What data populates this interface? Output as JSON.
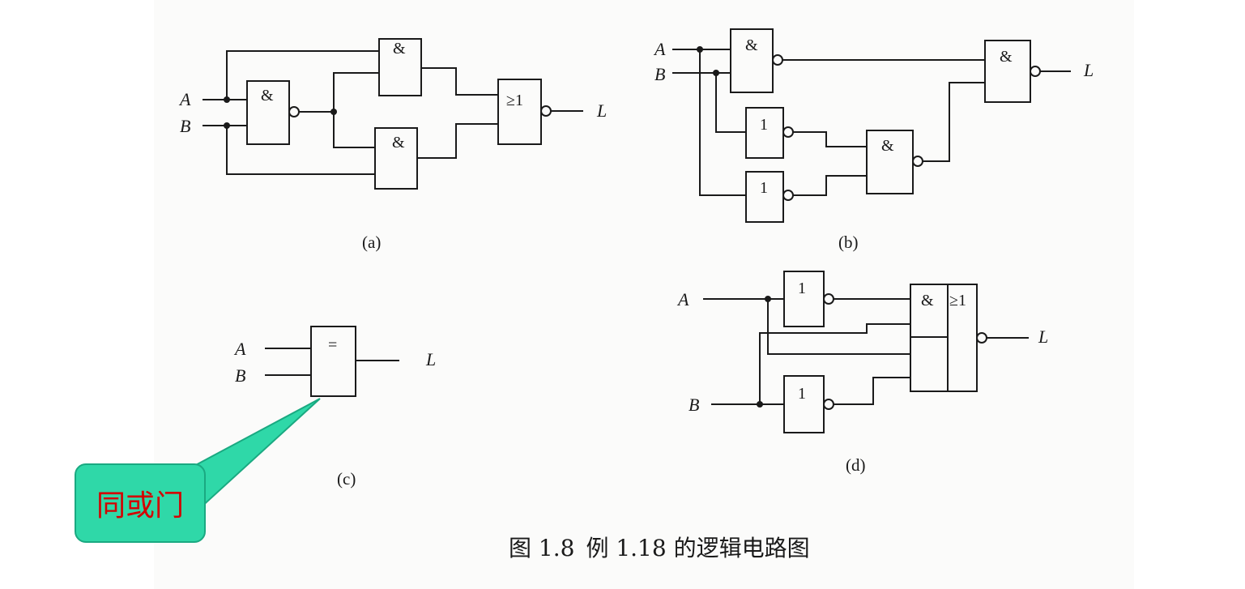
{
  "figure": {
    "caption_number": "图 1.8",
    "caption_text": "例 1.18 的逻辑电路图"
  },
  "subfigures": {
    "a": "(a)",
    "b": "(b)",
    "c": "(c)",
    "d": "(d)"
  },
  "signals": {
    "input_a": "A",
    "input_b": "B",
    "output": "L"
  },
  "gate_symbols": {
    "and": "&",
    "or": "≥1",
    "not": "1",
    "xnor": "="
  },
  "callout": {
    "text": "同或门",
    "fill": "#2fd8a8",
    "text_color": "#d40000"
  }
}
